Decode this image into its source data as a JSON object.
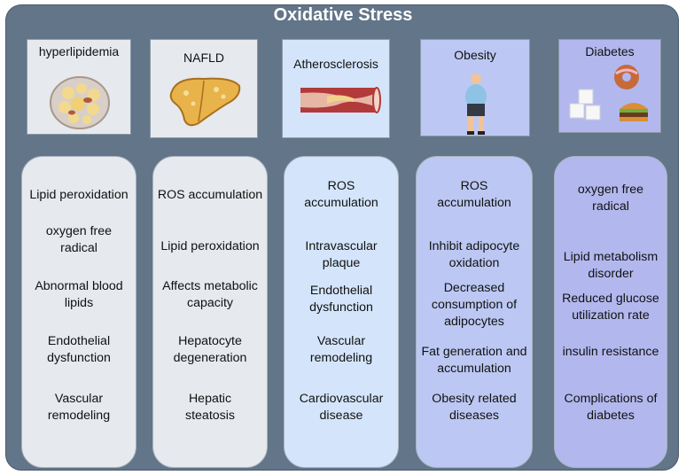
{
  "title": "Oxidative Stress",
  "diseases": [
    {
      "label": "hyperlipidemia",
      "icon": "fat-cell-icon",
      "color": "#e6e9ee",
      "items": [
        "Lipid peroxidation",
        "oxygen free radical",
        "Abnormal blood lipids",
        "Endothelial dysfunction",
        "Vascular remodeling"
      ]
    },
    {
      "label": "NAFLD",
      "icon": "liver-icon",
      "color": "#e6e9ee",
      "items": [
        "ROS accumulation",
        "Lipid peroxidation",
        "Affects metabolic capacity",
        "Hepatocyte degeneration",
        "Hepatic steatosis"
      ]
    },
    {
      "label": "Atherosclerosis",
      "icon": "artery-plaque-icon",
      "color": "#d4e5fb",
      "items": [
        "ROS accumulation",
        "Intravascular plaque",
        "Endothelial dysfunction",
        "Vascular remodeling",
        "Cardiovascular disease"
      ]
    },
    {
      "label": "Obesity",
      "icon": "obese-person-icon",
      "color": "#bcc8f3",
      "items": [
        "ROS accumulation",
        "Inhibit adipocyte oxidation",
        "Decreased consumption of adipocytes",
        "Fat generation and accumulation",
        "Obesity related diseases"
      ]
    },
    {
      "label": "Diabetes",
      "icon": "sugar-donut-burger-icon",
      "color": "#b2b8ee",
      "items": [
        "oxygen free radical",
        "Lipid metabolism disorder",
        "Reduced glucose utilization rate",
        "insulin resistance",
        "Complications of diabetes"
      ]
    }
  ]
}
